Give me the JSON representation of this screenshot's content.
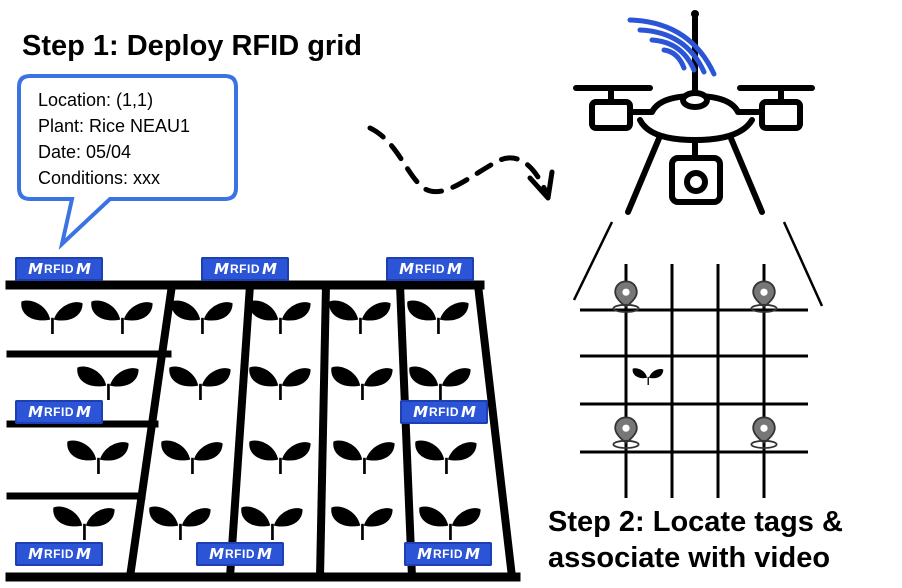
{
  "step1": {
    "title": "Step 1: Deploy RFID grid"
  },
  "bubble": {
    "lines": [
      "Location: (1,1)",
      "Plant: Rice NEAU1",
      "Date: 05/04",
      "Conditions: xxx"
    ]
  },
  "rfid_label": "RFID",
  "step2": {
    "title_line1": "Step 2: Locate tags &",
    "title_line2": "associate with video"
  },
  "colors": {
    "rfid_blue": "#2b55d6",
    "signal_blue": "#2b55d6",
    "ink": "#000000"
  },
  "icons": [
    "rfid-tag-icon",
    "plant-icon",
    "drone-icon",
    "signal-waves-icon",
    "location-pin-icon",
    "dashed-arrow"
  ]
}
